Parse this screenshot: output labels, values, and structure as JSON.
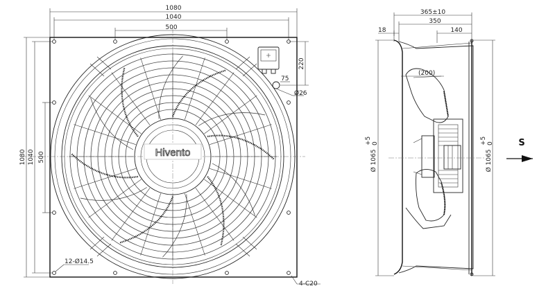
{
  "front_view": {
    "width_overall": "1080",
    "width_holes": "1040",
    "width_inner_holes": "500",
    "height_overall": "1080",
    "height_holes": "1040",
    "height_inner_holes": "500",
    "terminal_box_offset": "220",
    "gland_offset": "75",
    "gland_dia": "Ø26",
    "holes_label": "12-Ø14.5",
    "corner_label": "4-C20",
    "logo_text": "Hivento"
  },
  "side_view": {
    "depth_total": "365±10",
    "depth_body": "350",
    "depth_flange": "140",
    "front_offset": "18",
    "inner_dim": "(200)",
    "dia_left": "Ø 1065",
    "dia_left_tol_top": "+5",
    "dia_left_tol_bottom": "0",
    "dia_right": "Ø 1065",
    "dia_right_tol_top": "+5",
    "dia_right_tol_bottom": "0",
    "airflow_label": "S"
  }
}
